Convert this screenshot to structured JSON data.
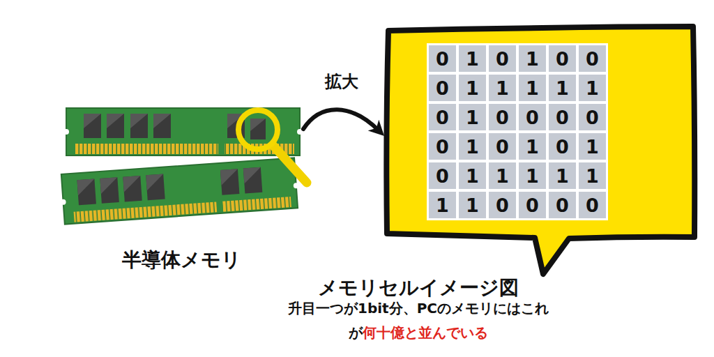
{
  "diagram": {
    "nodes": [
      {
        "text": [
          "半導体メモリ"
        ]
      },
      {
        "text": [
          "メモリセルイメージ図"
        ]
      }
    ],
    "edges": [
      {
        "from": 0,
        "to": 1,
        "arrow": "to",
        "label": "拡大"
      }
    ],
    "labels": [
      "0",
      "1",
      "0",
      "1",
      "0",
      "0",
      "0",
      "1",
      "1",
      "1",
      "1",
      "1",
      "0",
      "1",
      "0",
      "0",
      "0",
      "0",
      "0",
      "1",
      "0",
      "1",
      "0",
      "1",
      "0",
      "1",
      "1",
      "1",
      "1",
      "1",
      "1",
      "1",
      "0",
      "0",
      "0",
      "0",
      "升目一つが1bit分、PCのメモリにはこれ",
      "が",
      "何十億と並んでいる"
    ]
  }
}
